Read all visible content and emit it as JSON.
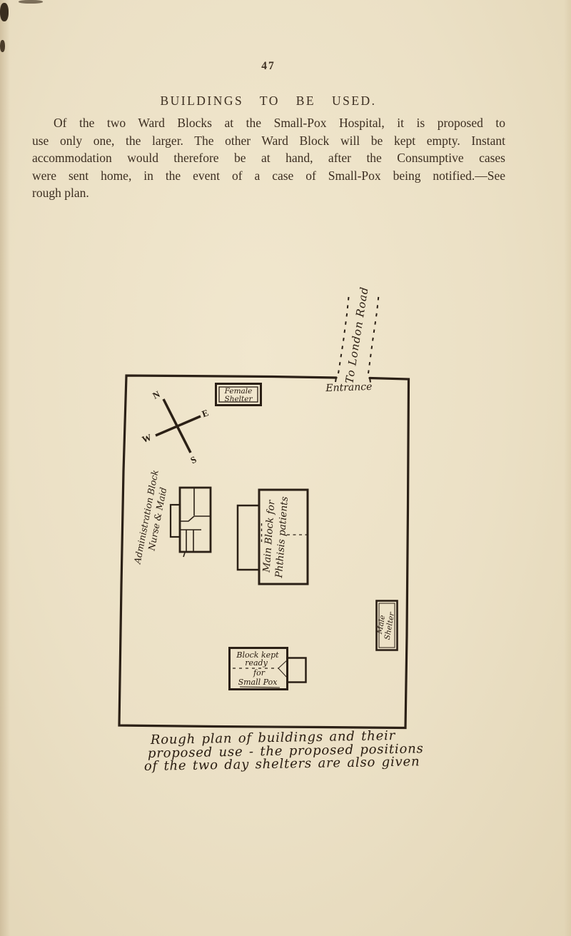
{
  "colors": {
    "paper": "#ebe0c5",
    "printed_ink": "#3c2e21",
    "handwriting_ink": "#281b10"
  },
  "page": {
    "number": "47",
    "title": "BUILDINGS TO BE USED.",
    "paragraph_lines": [
      "Of the two Ward Blocks at the Small-Pox Hospital, it is proposed to",
      "use only one, the larger. The other Ward Block will be kept empty. Instant",
      "accommodation would therefore be at hand, after the Consumptive cases",
      "were sent home, in the event of a case of Small-Pox being notified.—See",
      "rough plan."
    ]
  },
  "plan": {
    "road_label": "To London Road",
    "entrance_label": "Entrance",
    "compass": {
      "north": "N",
      "east": "E",
      "south": "S",
      "west": "W"
    },
    "female_shelter": [
      "Female",
      "Shelter"
    ],
    "admin_block": [
      "Administration Block",
      "Nurse & Maid"
    ],
    "main_block": [
      "Main Block for",
      "Phthisis patients"
    ],
    "male_shelter": [
      "Male",
      "Shelter"
    ],
    "smallpox_block": [
      "Block kept",
      "ready",
      "for",
      "Small Pox"
    ],
    "caption_lines": [
      "Rough plan of buildings and their",
      "proposed use - the proposed positions",
      "of the two day shelters are also given"
    ]
  }
}
